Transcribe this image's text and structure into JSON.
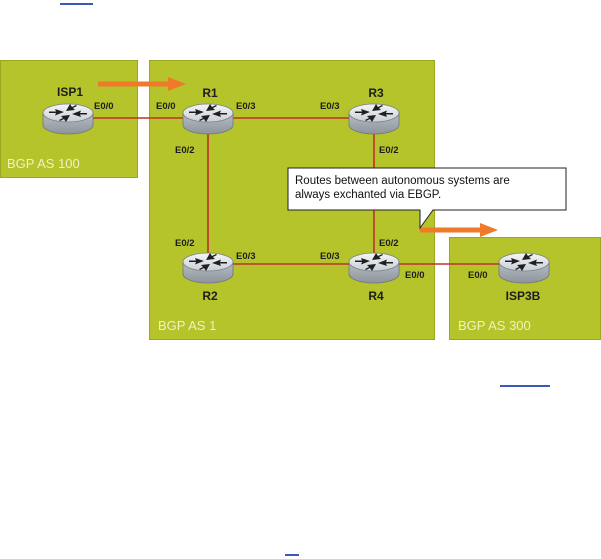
{
  "diagram": {
    "autonomous_systems": [
      {
        "id": "as100",
        "label": "BGP AS 100"
      },
      {
        "id": "as1",
        "label": "BGP AS 1"
      },
      {
        "id": "as300",
        "label": "BGP AS 300"
      }
    ],
    "routers": [
      {
        "id": "isp1",
        "name": "ISP1"
      },
      {
        "id": "r1",
        "name": "R1"
      },
      {
        "id": "r2",
        "name": "R2"
      },
      {
        "id": "r3",
        "name": "R3"
      },
      {
        "id": "r4",
        "name": "R4"
      },
      {
        "id": "isp3b",
        "name": "ISP3B"
      }
    ],
    "interfaces": {
      "isp1_r1": "E0/0",
      "r1_isp1": "E0/0",
      "r1_r3": "E0/3",
      "r3_r1": "E0/3",
      "r1_r2": "E0/2",
      "r2_r1": "E0/2",
      "r2_r4": "E0/3",
      "r4_r2": "E0/3",
      "r3_r4": "E0/2",
      "r4_r3": "E0/2",
      "r4_isp3b": "E0/0",
      "isp3b_r4": "E0/0"
    },
    "callout": {
      "line1": "Routes between autonomous systems are",
      "line2": "always exchanted via EBGP."
    },
    "colors": {
      "as_fill": "#b5c42a",
      "link": "#c0302a",
      "arrow": "#f07a2a",
      "router_body": "#d8dde2",
      "hyperlink": "#3a5bb5"
    }
  }
}
